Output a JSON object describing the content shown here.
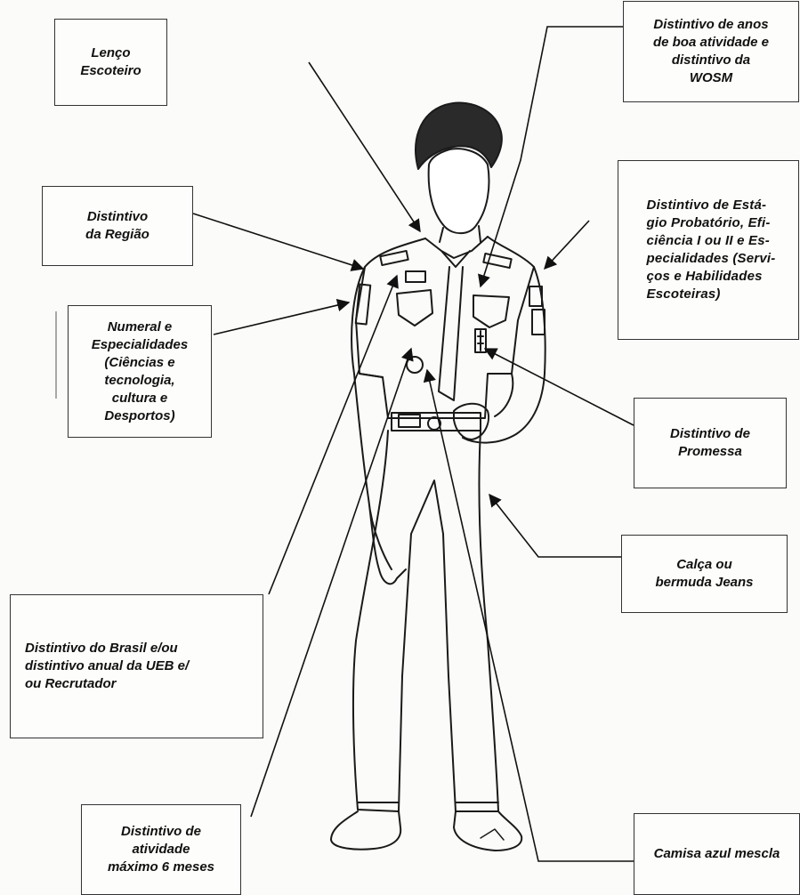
{
  "labels": {
    "lenco": "Lenço\nEscoteiro",
    "anos": "Distintivo de anos\nde boa atividade e\ndistintivo da\nWOSM",
    "regiao": "Distintivo\nda Região",
    "estagio": "Distintivo de Está-\ngio Probatório, Efi-\nciência I ou II e Es-\npecialidades (Servi-\nços e Habilidades\nEscoteiras)",
    "numeral": "Numeral e\nEspecialidades\n(Ciências e\ntecnologia,\ncultura e\nDesportos)",
    "promessa": "Distintivo de\nPromessa",
    "calca": "Calça ou\nbermuda Jeans",
    "brasil": "Distintivo do Brasil e/ou\ndistintivo anual da UEB e/\nou Recrutador",
    "atividade": "Distintivo de\natividade\nmáximo 6 meses",
    "camisa": "Camisa azul mescla"
  }
}
